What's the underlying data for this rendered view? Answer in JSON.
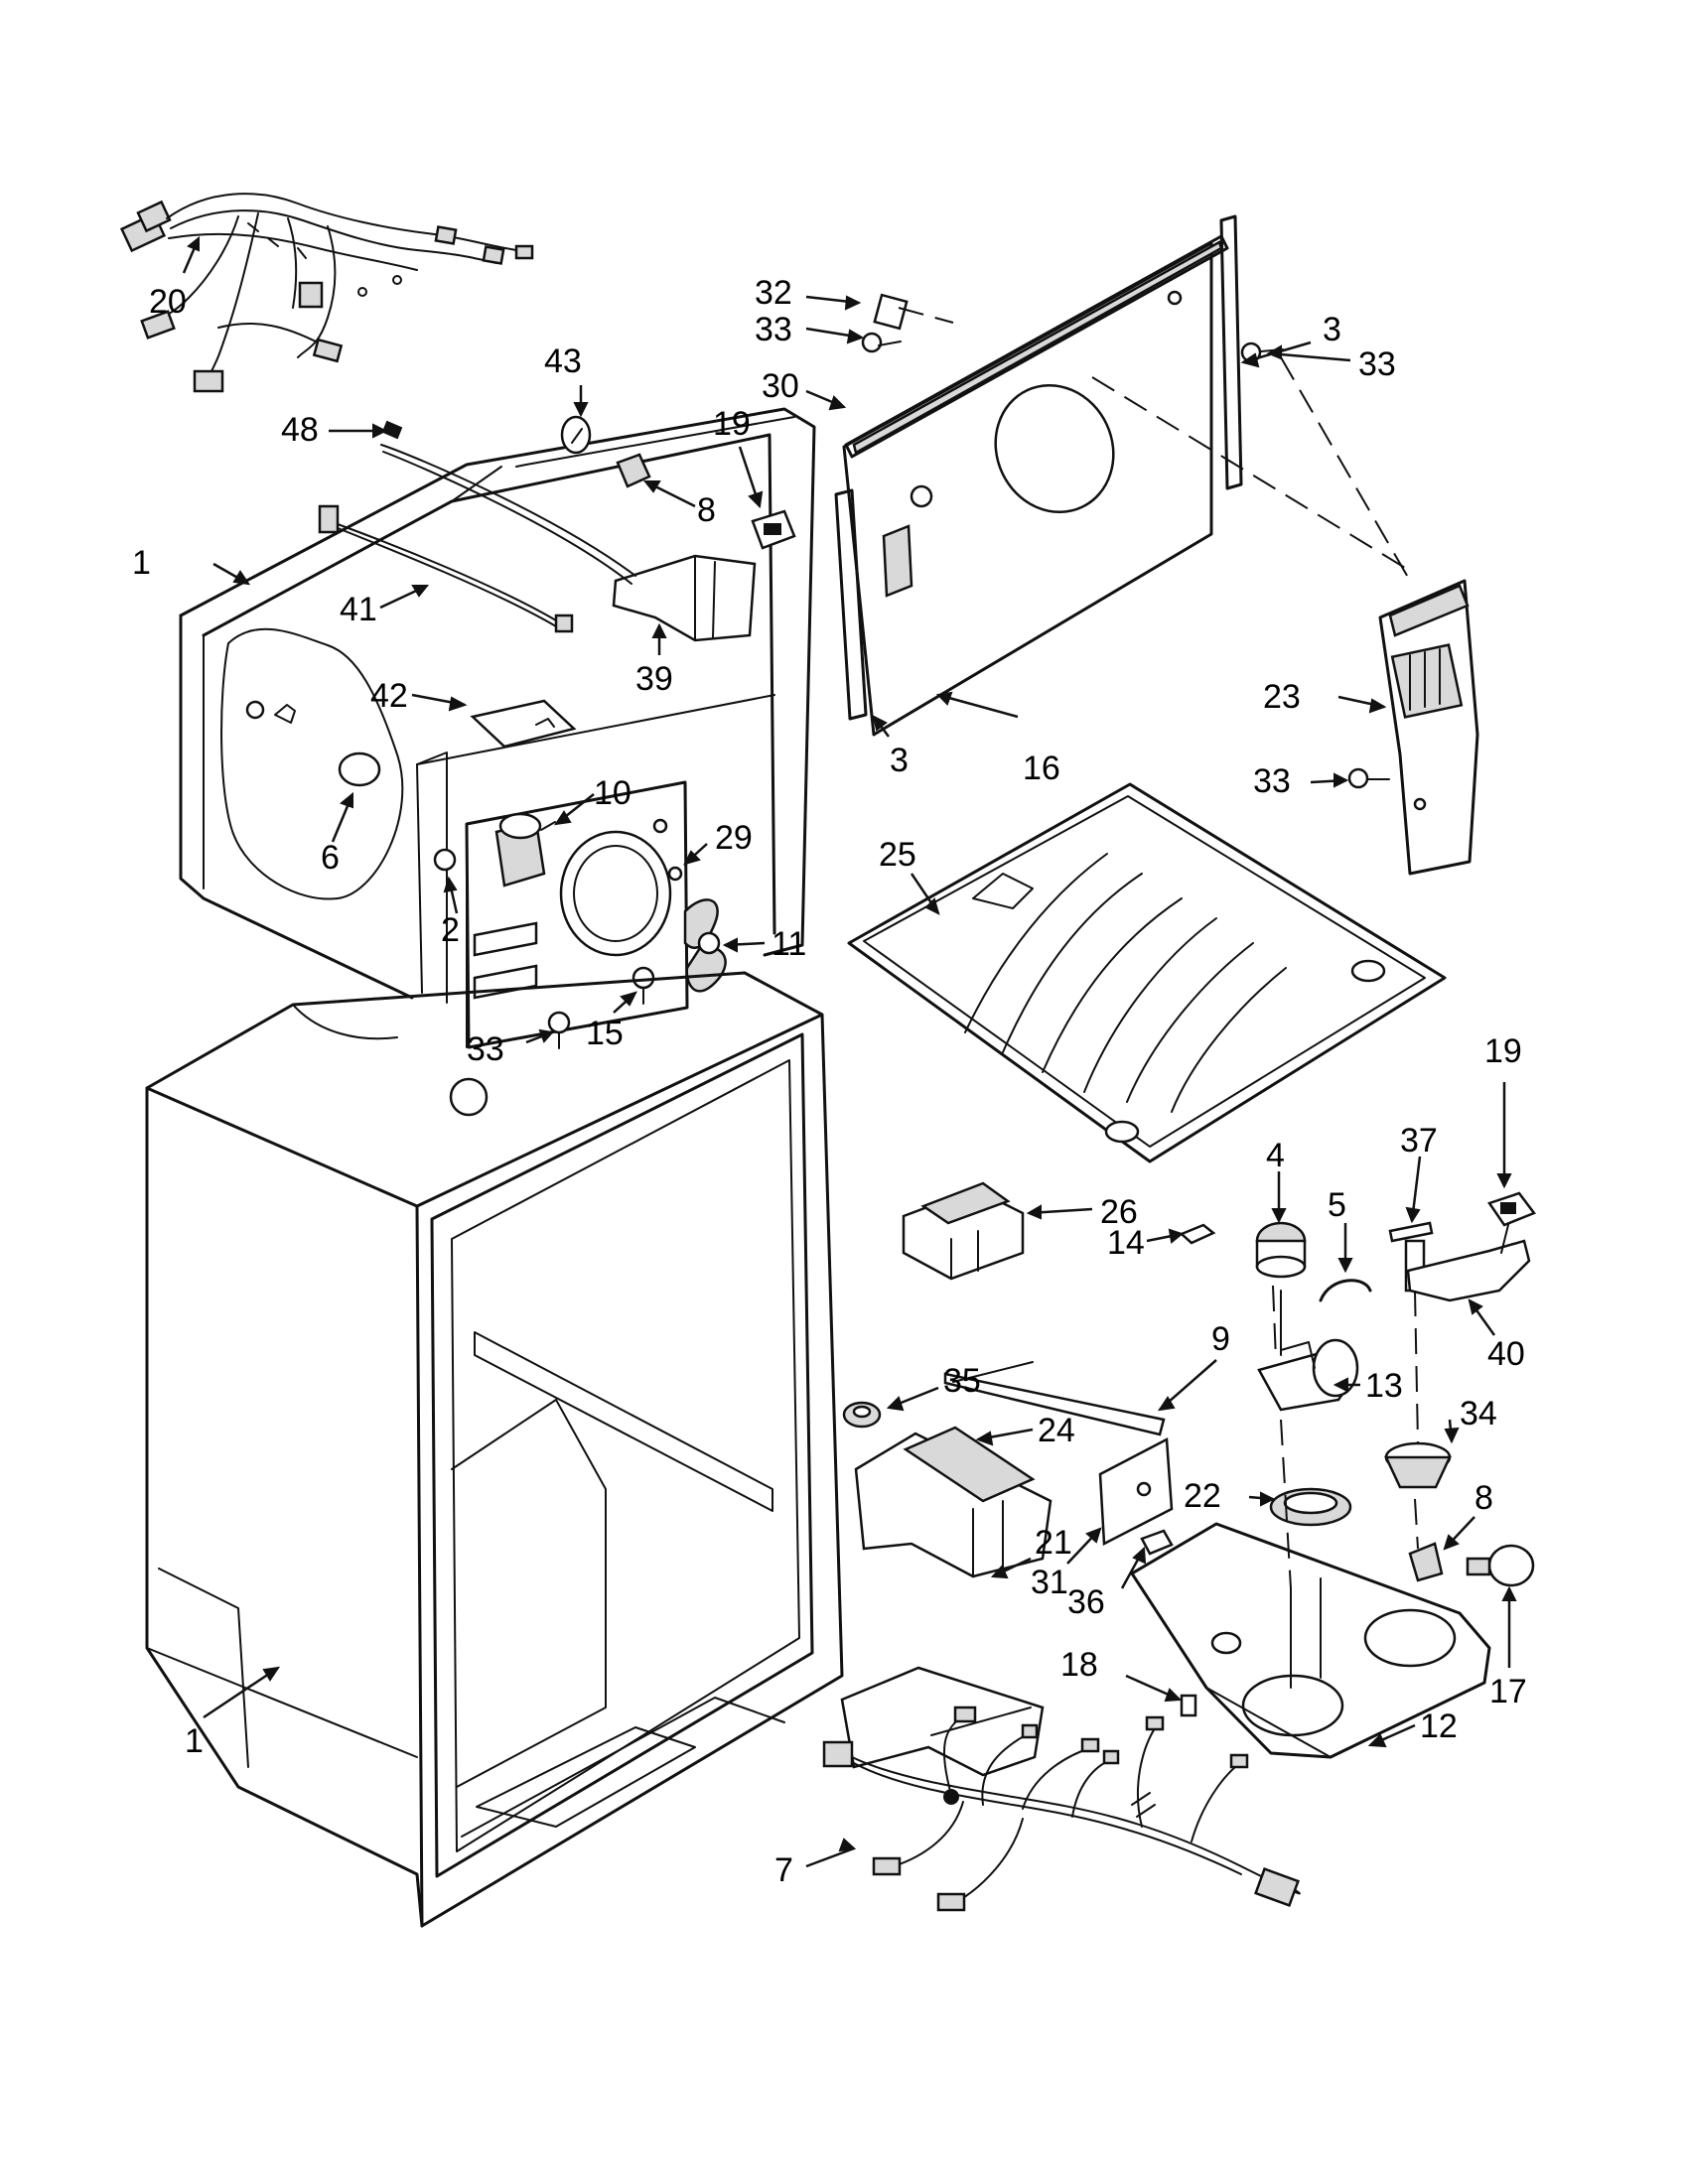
{
  "callouts": [
    {
      "id": "c1a",
      "label": "1"
    },
    {
      "id": "c1b",
      "label": "1"
    },
    {
      "id": "c2",
      "label": "2"
    },
    {
      "id": "c3a",
      "label": "3"
    },
    {
      "id": "c3b",
      "label": "3"
    },
    {
      "id": "c4",
      "label": "4"
    },
    {
      "id": "c5",
      "label": "5"
    },
    {
      "id": "c6",
      "label": "6"
    },
    {
      "id": "c7",
      "label": "7"
    },
    {
      "id": "c8a",
      "label": "8"
    },
    {
      "id": "c8b",
      "label": "8"
    },
    {
      "id": "c9",
      "label": "9"
    },
    {
      "id": "c10",
      "label": "10"
    },
    {
      "id": "c11",
      "label": "11"
    },
    {
      "id": "c12",
      "label": "12"
    },
    {
      "id": "c13",
      "label": "13"
    },
    {
      "id": "c14",
      "label": "14"
    },
    {
      "id": "c15",
      "label": "15"
    },
    {
      "id": "c16",
      "label": "16"
    },
    {
      "id": "c17",
      "label": "17"
    },
    {
      "id": "c18",
      "label": "18"
    },
    {
      "id": "c19a",
      "label": "19"
    },
    {
      "id": "c19b",
      "label": "19"
    },
    {
      "id": "c20",
      "label": "20"
    },
    {
      "id": "c21",
      "label": "21"
    },
    {
      "id": "c22",
      "label": "22"
    },
    {
      "id": "c23",
      "label": "23"
    },
    {
      "id": "c24",
      "label": "24"
    },
    {
      "id": "c25",
      "label": "25"
    },
    {
      "id": "c26",
      "label": "26"
    },
    {
      "id": "c29",
      "label": "29"
    },
    {
      "id": "c30",
      "label": "30"
    },
    {
      "id": "c31",
      "label": "31"
    },
    {
      "id": "c32",
      "label": "32"
    },
    {
      "id": "c33a",
      "label": "33"
    },
    {
      "id": "c33b",
      "label": "33"
    },
    {
      "id": "c33c",
      "label": "33"
    },
    {
      "id": "c33d",
      "label": "33"
    },
    {
      "id": "c34",
      "label": "34"
    },
    {
      "id": "c35",
      "label": "35"
    },
    {
      "id": "c36",
      "label": "36"
    },
    {
      "id": "c37",
      "label": "37"
    },
    {
      "id": "c39",
      "label": "39"
    },
    {
      "id": "c40",
      "label": "40"
    },
    {
      "id": "c41",
      "label": "41"
    },
    {
      "id": "c42",
      "label": "42"
    },
    {
      "id": "c43",
      "label": "43"
    },
    {
      "id": "c48",
      "label": "48"
    }
  ]
}
